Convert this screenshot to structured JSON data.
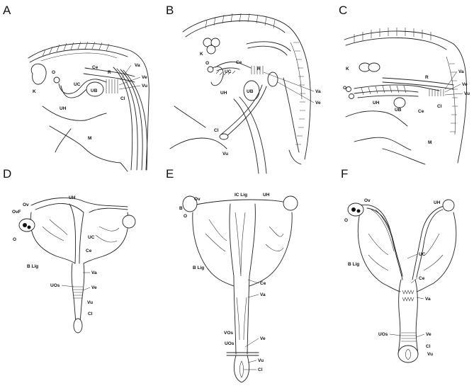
{
  "panels": {
    "A": {
      "letter": "A",
      "labels": {
        "K": "K",
        "O": "O",
        "Ce": "Ce",
        "R": "R",
        "Va": "Va",
        "Ve": "Ve",
        "Vu": "Vu",
        "UC": "UC",
        "UB": "UB",
        "UH": "UH",
        "Cl": "Cl",
        "M": "M"
      }
    },
    "B": {
      "letter": "B",
      "labels": {
        "K": "K",
        "O": "O",
        "Ce": "Ce",
        "UC": "UC",
        "UH": "UH",
        "R": "R",
        "UB": "UB",
        "Va": "Va",
        "Ve": "Ve",
        "Cl": "Cl",
        "Vu": "Vu"
      }
    },
    "C": {
      "letter": "C",
      "labels": {
        "K": "K",
        "R": "R",
        "Va": "Va",
        "Ve": "Ve",
        "Vu": "Vu",
        "O": "O",
        "UH": "UH",
        "UB": "UB",
        "Ce": "Ce",
        "Cl": "Cl",
        "M": "M"
      }
    },
    "D": {
      "letter": "D",
      "labels": {
        "UH": "UH",
        "Ov": "Ov",
        "OvF": "OvF",
        "O": "O",
        "UC": "UC",
        "Ce": "Ce",
        "BLig": "B Lig",
        "Va": "Va",
        "UOs": "UOs",
        "Ve": "Ve",
        "Vu": "Vu",
        "Cl": "Cl"
      }
    },
    "E": {
      "letter": "E",
      "labels": {
        "B": "B",
        "Ov": "Ov",
        "O": "O",
        "ICLig": "IC Lig",
        "UH": "UH",
        "BLig": "B Lig",
        "Ce": "Ce",
        "Va": "Va",
        "VOs": "VOs",
        "UOs": "UOs",
        "Ve": "Ve",
        "Vu": "Vu",
        "Cl": "Cl"
      }
    },
    "F": {
      "letter": "F",
      "labels": {
        "Ov": "Ov",
        "O": "O",
        "UH": "UH",
        "BLig": "B Lig",
        "UC": "UC",
        "Ce": "Ce",
        "Va": "Va",
        "UOs": "UOs",
        "Ve": "Ve",
        "Vu": "Vu",
        "Cl": "Cl"
      }
    }
  }
}
